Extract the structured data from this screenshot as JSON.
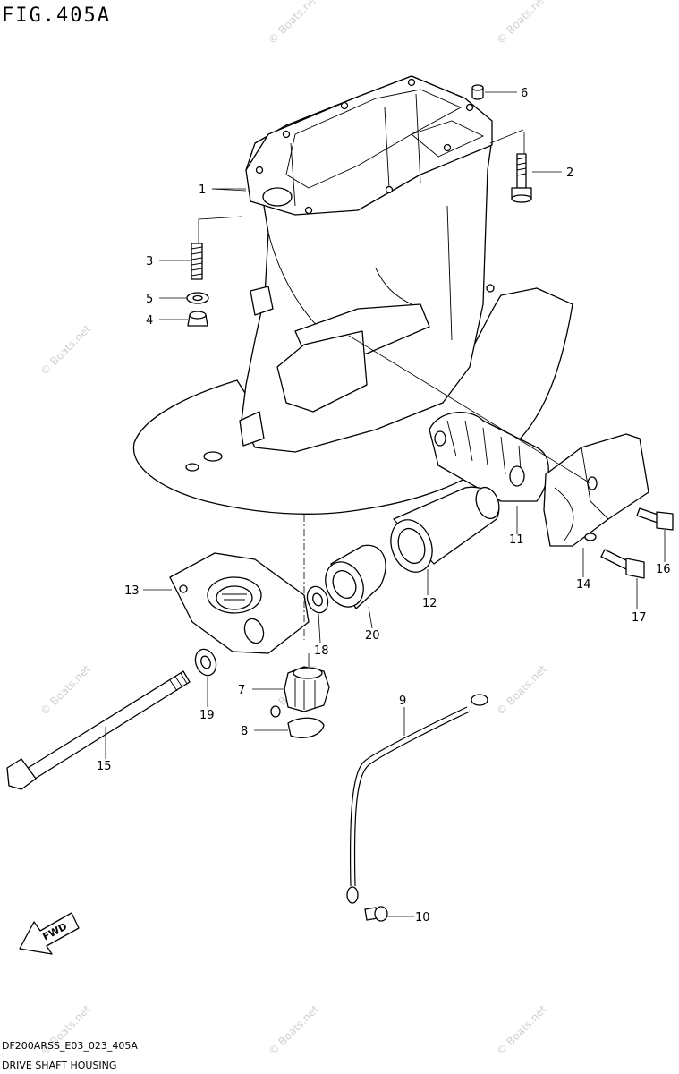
{
  "figure": {
    "title": "FIG.405A",
    "model_code": "DF200ARSS_E03_023_405A",
    "caption": "DRIVE SHAFT HOUSING"
  },
  "fwd_arrow": {
    "label": "FWD",
    "icon": "fwd-arrow-icon"
  },
  "watermark": "© Boats.net",
  "callouts": [
    "1",
    "2",
    "3",
    "4",
    "5",
    "6",
    "7",
    "8",
    "9",
    "10",
    "11",
    "12",
    "13",
    "14",
    "15",
    "16",
    "17",
    "18",
    "19",
    "20"
  ]
}
